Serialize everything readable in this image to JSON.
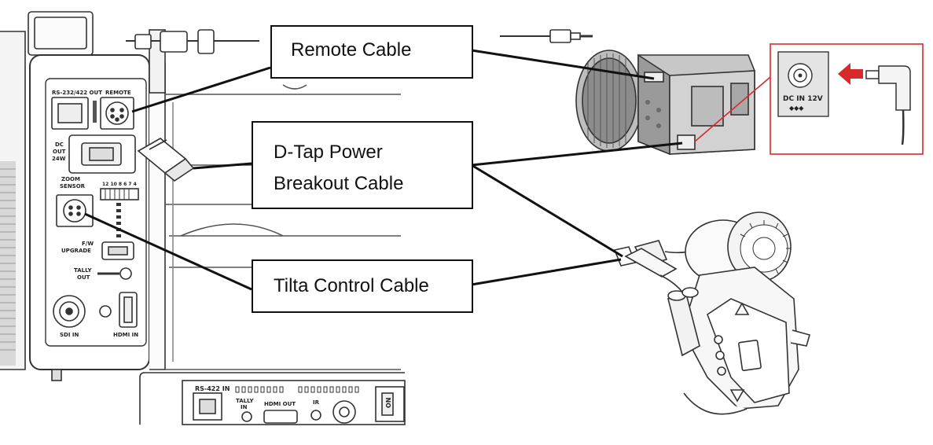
{
  "callouts": {
    "remote_cable": "Remote Cable",
    "dtap_line1": "D-Tap Power",
    "dtap_line2": "Breakout Cable",
    "tilta_cable": "Tilta Control Cable"
  },
  "rear_panel": {
    "rs232_label": "RS-232/422 OUT",
    "remote_label": "REMOTE",
    "dc_out_label": [
      "DC",
      "OUT",
      "24W"
    ],
    "zoom_sensor_label": [
      "ZOOM",
      "SENSOR"
    ],
    "fw_upgrade_label": [
      "F/W",
      "UPGRADE"
    ],
    "tally_out_label": [
      "TALLY",
      "OUT"
    ],
    "sdi_in_label": "SDI IN",
    "hdmi_in_label": "HDMI IN",
    "dip_numbers": "12 10 8 6 7 4"
  },
  "bottom_panel": {
    "rs422_in_label": "RS-422 IN",
    "tally_in_label": [
      "TALLY",
      "IN"
    ],
    "hdmi_out_label": "HDMI OUT",
    "ir_label": "IR",
    "on_label": "ON"
  },
  "camera_inset": {
    "dc_in_label": "DC IN 12V",
    "highlight_color": "#d9292b",
    "arrow_color": "#d9292b"
  }
}
